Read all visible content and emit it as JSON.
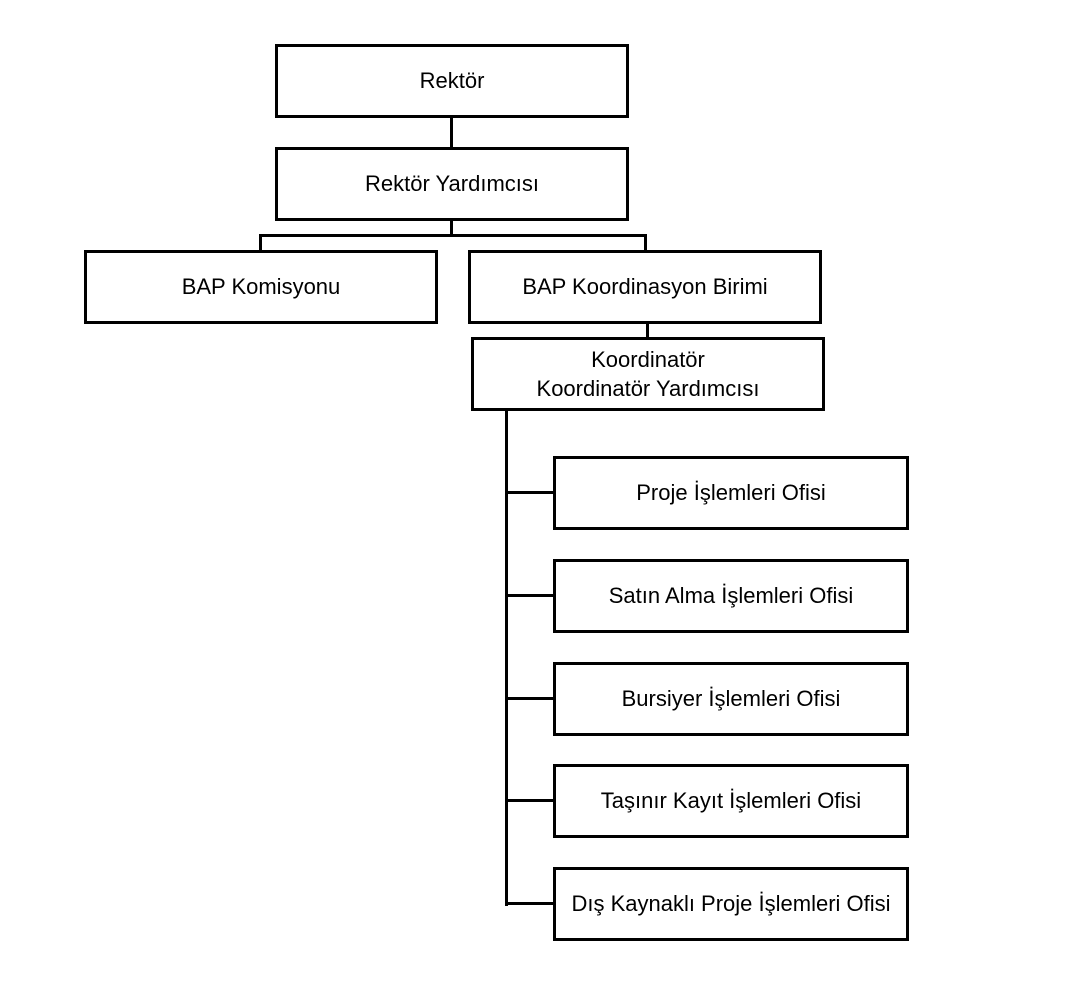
{
  "org": {
    "rektor": "Rektör",
    "rektor_yardimcisi": "Rektör Yardımcısı",
    "bap_komisyonu": "BAP Komisyonu",
    "bap_koordinasyon_birimi": "BAP Koordinasyon Birimi",
    "koordinator": "Koordinatör",
    "koordinator_yardimcisi": "Koordinatör Yardımcısı",
    "offices": [
      "Proje İşlemleri Ofisi",
      "Satın Alma İşlemleri Ofisi",
      "Bursiyer İşlemleri Ofisi",
      "Taşınır Kayıt İşlemleri Ofisi",
      "Dış Kaynaklı Proje İşlemleri Ofisi"
    ]
  },
  "colors": {
    "line": "#000000",
    "box_border": "#000000",
    "background": "#ffffff"
  }
}
